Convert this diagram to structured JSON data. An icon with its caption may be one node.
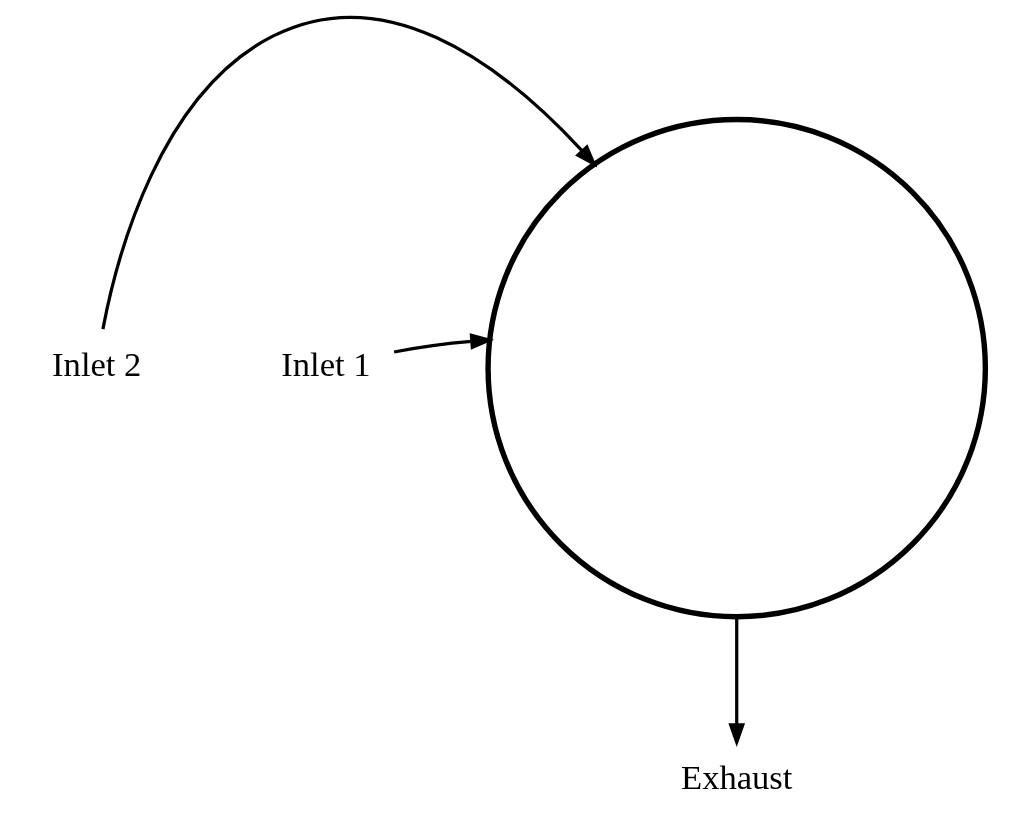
{
  "diagram": {
    "nodes": [
      {
        "text": [
          "Inlet 2"
        ]
      },
      {
        "text": [
          "Inlet 1"
        ]
      },
      {
        "text": [],
        "shape": "circle"
      },
      {
        "text": [
          "Exhaust"
        ]
      }
    ],
    "edges": [
      {
        "from": 0,
        "to": 2,
        "arrow": "to"
      },
      {
        "from": 1,
        "to": 2,
        "arrow": "to"
      },
      {
        "from": 2,
        "to": 3,
        "arrow": "to"
      }
    ]
  }
}
